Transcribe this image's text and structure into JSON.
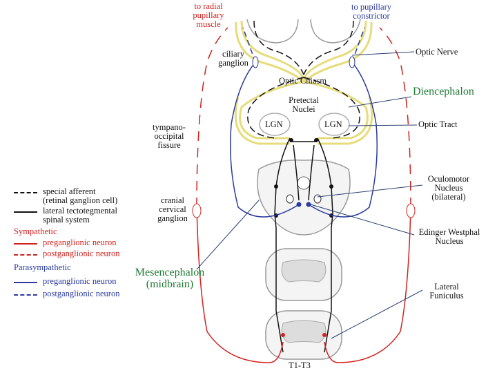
{
  "labels": {
    "to_radial": "to radial\npupillary\nmuscle",
    "to_pupillary": "to pupillary\nconstrictor",
    "ciliary_ganglion": "ciliary\nganglion",
    "optic_nerve": "Optic Nerve",
    "optic_chiasm": "Optic Chiasm",
    "diencephalon": "Diencephalon",
    "pretectal": "Pretectal\nNuclei",
    "lgn_left": "LGN",
    "lgn_right": "LGN",
    "optic_tract": "Optic Tract",
    "tympano": "tympano-\noccipital\nfissure",
    "oculomotor": "Oculomotor\nNucleus\n(bilateral)",
    "cranial_cervical": "cranial\ncervical\nganglion",
    "edinger": "Edinger Westphal\nNucleus",
    "mesencephalon": "Mesencephalon\n(midbrain)",
    "lateral_funiculus": "Lateral\nFuniculus",
    "t1t3": "T1-T3"
  },
  "legend": [
    {
      "text": "special afferent\n(retinal ganglion cell)",
      "color": "#111111",
      "style": "dashed"
    },
    {
      "text": "lateral tectotegmental\nspinal system",
      "color": "#111111",
      "style": "solid"
    },
    {
      "text": "Sympathetic",
      "color": "#d2221e",
      "style": "heading"
    },
    {
      "text": "preganglionic neuron",
      "color": "#d2221e",
      "style": "solid"
    },
    {
      "text": "postganglionic neuron",
      "color": "#d2221e",
      "style": "dashed"
    },
    {
      "text": "Parasympathetic",
      "color": "#2a3a9e",
      "style": "heading"
    },
    {
      "text": "preganglionic neuron",
      "color": "#2a3a9e",
      "style": "solid"
    },
    {
      "text": "postganglionic neuron",
      "color": "#2a3a9e",
      "style": "dashed"
    }
  ],
  "colors": {
    "sympathetic": "#d2221e",
    "parasympathetic": "#2a3a9e",
    "optic_pathway": "#e6dc7a",
    "diencephalon_text": "#1e7a34",
    "pointer_line": "#2a3f6e"
  }
}
